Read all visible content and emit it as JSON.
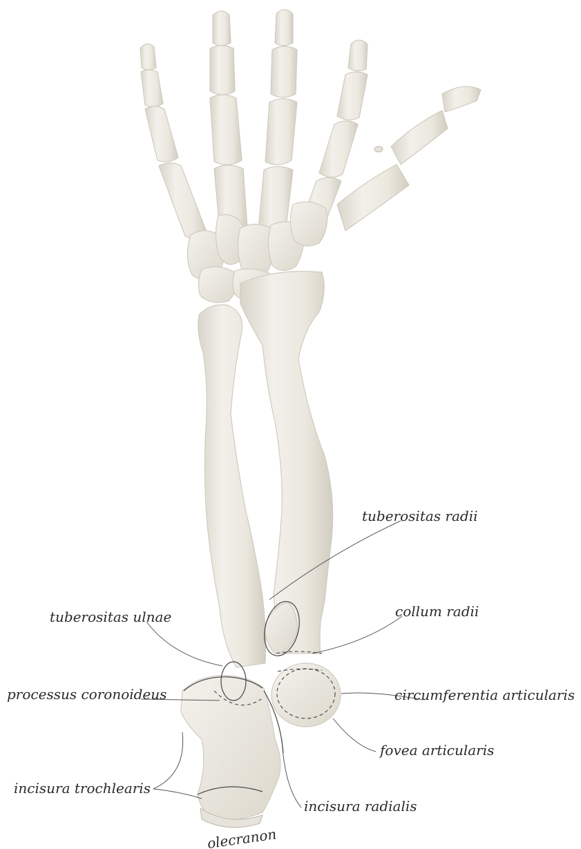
{
  "labels": {
    "tuberositas_radii": "tuberositas radii",
    "collum_radii": "collum radii",
    "tuberositas_ulnae": "tuberositas ulnae",
    "processus_coronoideus": "processus coronoideus",
    "circumferentia_articularis": "circumferentia articularis",
    "fovea_articularis": "fovea articularis",
    "incisura_trochlearis": "incisura trochlearis",
    "incisura_radialis": "incisura radialis",
    "olecranon": "olecranon"
  },
  "colors": {
    "bone": "#eeebe3",
    "bone_shadow": "#d8d4c8",
    "label_text": "#2a2a2a",
    "leader_line": "#555555",
    "background": "#ffffff"
  }
}
